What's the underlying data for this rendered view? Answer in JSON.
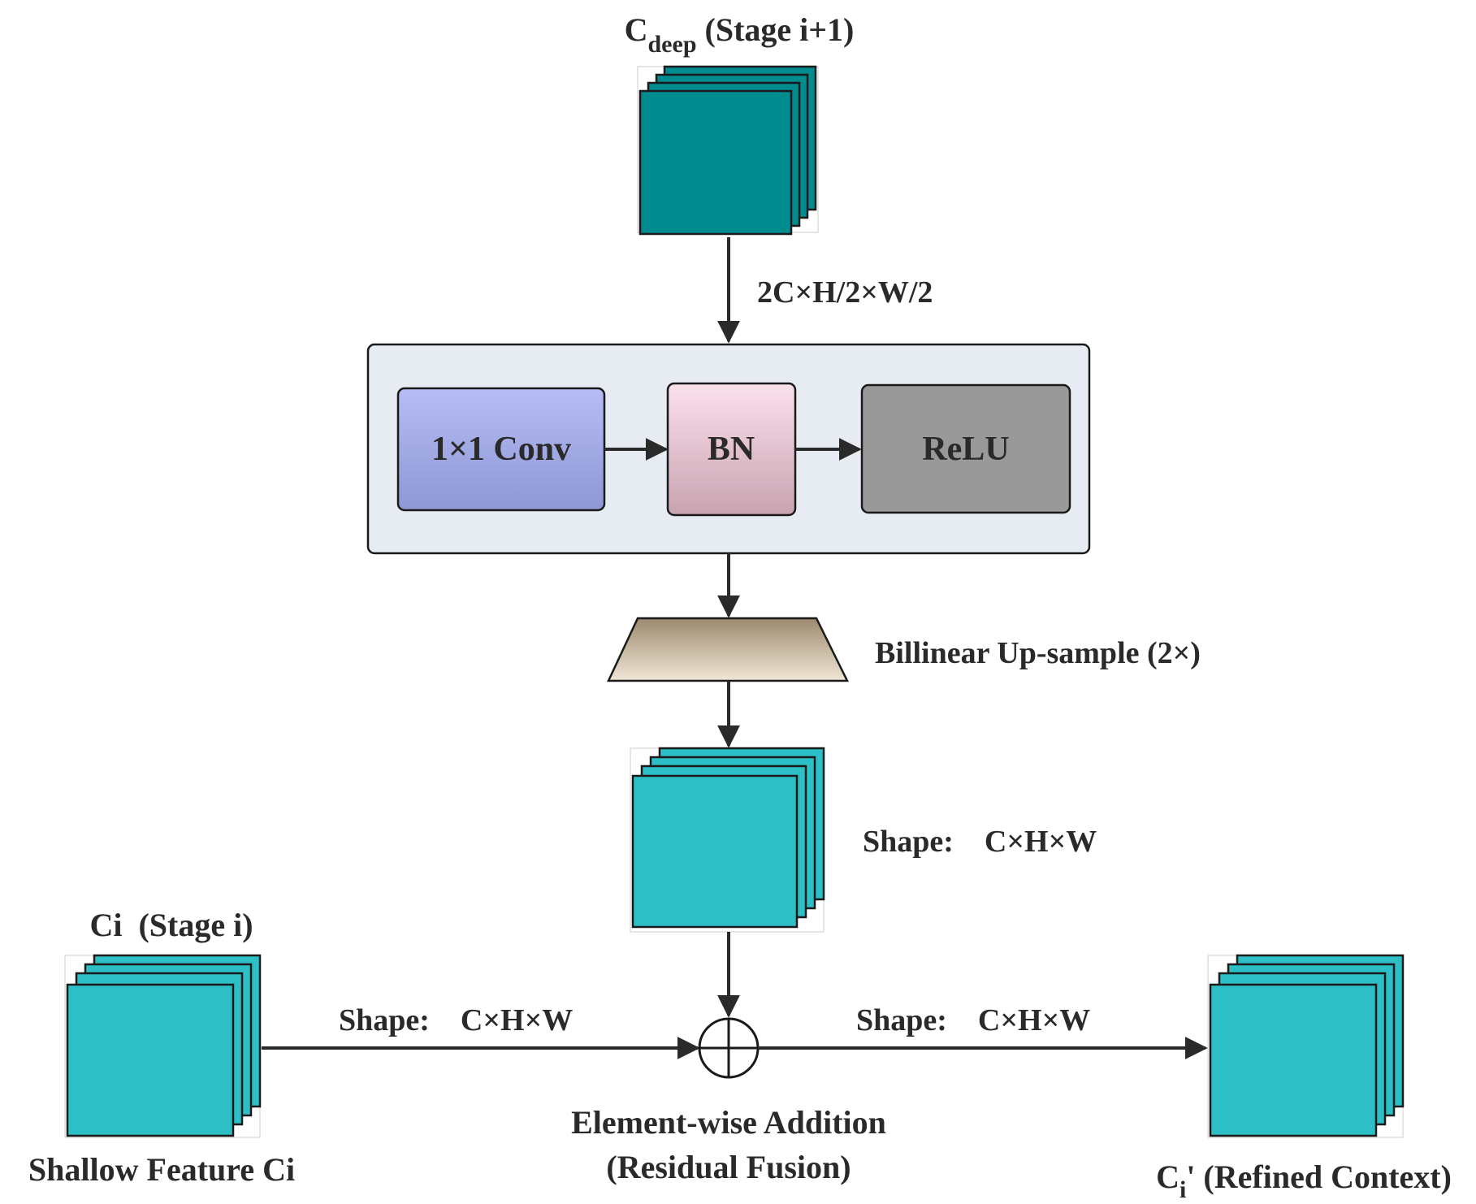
{
  "labels": {
    "deep_main": "C",
    "deep_sub": "deep",
    "deep_rest": " (Stage i+1)",
    "deep_shape": "2C×H/2×W/2",
    "conv": "1×1 Conv",
    "bn": "BN",
    "relu": "ReLU",
    "upsample": "Billinear Up-sample (2×)",
    "upsampled_shape": "Shape:　C×H×W",
    "ci_title": "Ci  (Stage i)",
    "shallow_caption": "Shallow Feature Ci",
    "shallow_shape": "Shape:　C×H×W",
    "output_shape": "Shape:　C×H×W",
    "addition_line1": "Element-wise Addition",
    "addition_line2": "(Residual Fusion)",
    "out_main": "C",
    "out_sub": "i",
    "out_rest": "' (Refined Context)"
  },
  "colors": {
    "deep_tensor": "#008b8f",
    "feature_tensor": "#2cbfc5",
    "block_bg": "#e6ecf1",
    "conv_top": "#b6bdf5",
    "conv_bottom": "#8e97d4",
    "bn_top": "#fbe1ec",
    "bn_bottom": "#c9a3b1",
    "relu": "#999999",
    "upsample_top": "#9c8a70",
    "upsample_bottom": "#f0e6d4",
    "arrow": "#2a2a2a"
  }
}
